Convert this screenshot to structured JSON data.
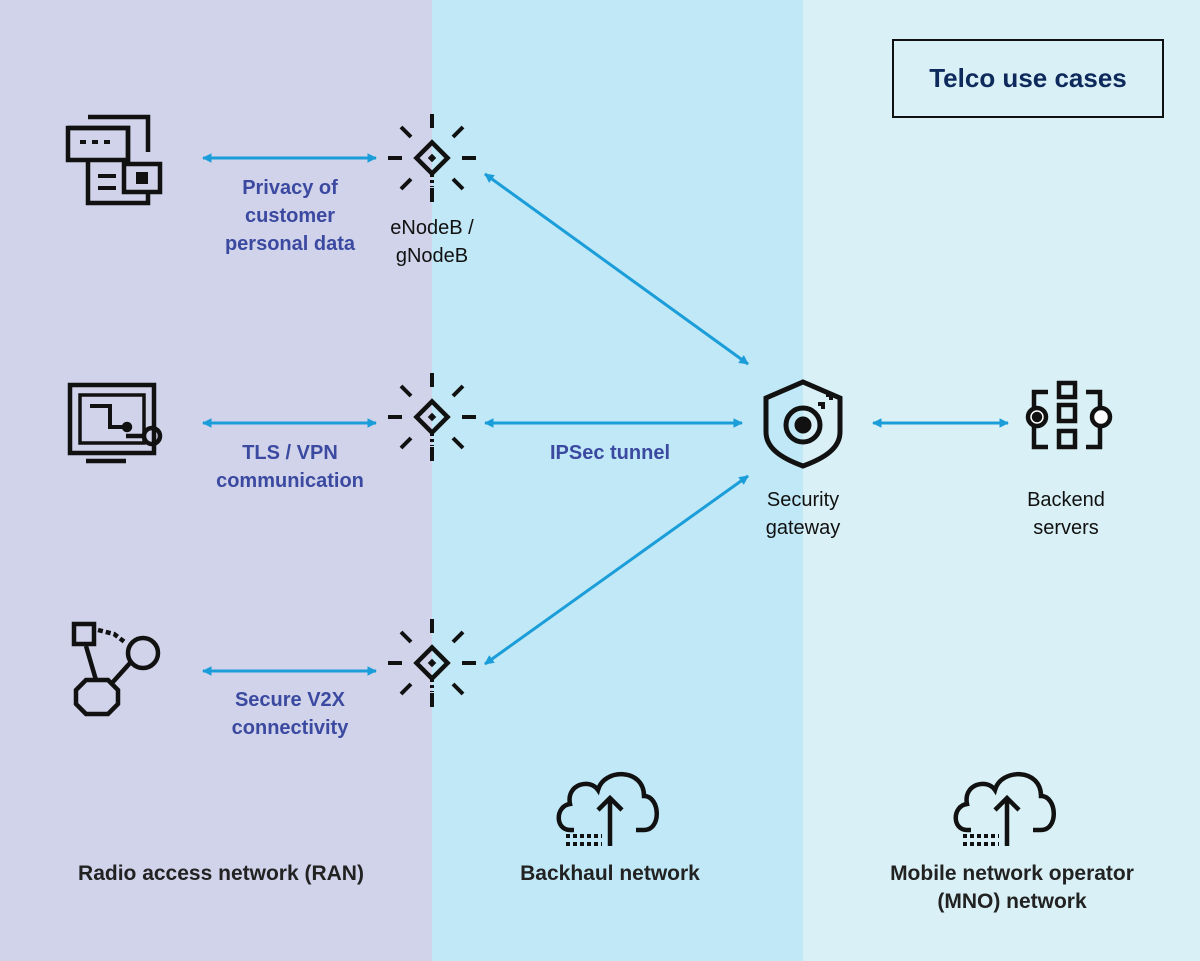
{
  "title": "Telco use cases",
  "colors": {
    "ran_bg": "#d0d3ea",
    "backhaul_bg": "#c0e8f6",
    "mno_bg": "#d9f1f6",
    "arrow": "#1a9dd9",
    "label_blue": "#3b4aa0",
    "title": "#0e2a5c"
  },
  "zones": [
    {
      "label": "Radio access network (RAN)",
      "icon": "cloud-upload-icon"
    },
    {
      "label": "Backhaul network",
      "icon": "cloud-upload-icon"
    },
    {
      "label": "Mobile network operator\n(MNO) network",
      "icon": "cloud-upload-icon"
    }
  ],
  "use_cases": [
    {
      "label": "Privacy of\ncustomer\npersonal data",
      "icon": "documents-icon"
    },
    {
      "label": "TLS / VPN\ncommunication",
      "icon": "terminal-monitor-icon"
    },
    {
      "label": "Secure V2X\nconnectivity",
      "icon": "network-nodes-icon"
    }
  ],
  "nodes": {
    "base_station": {
      "label": "eNodeB /\ngNodeB",
      "icon": "antenna-icon"
    },
    "gateway": {
      "label": "Security\ngateway",
      "icon": "shield-icon"
    },
    "backend": {
      "label": "Backend\nservers",
      "icon": "server-cluster-icon"
    }
  },
  "tunnel_label": "IPSec tunnel"
}
